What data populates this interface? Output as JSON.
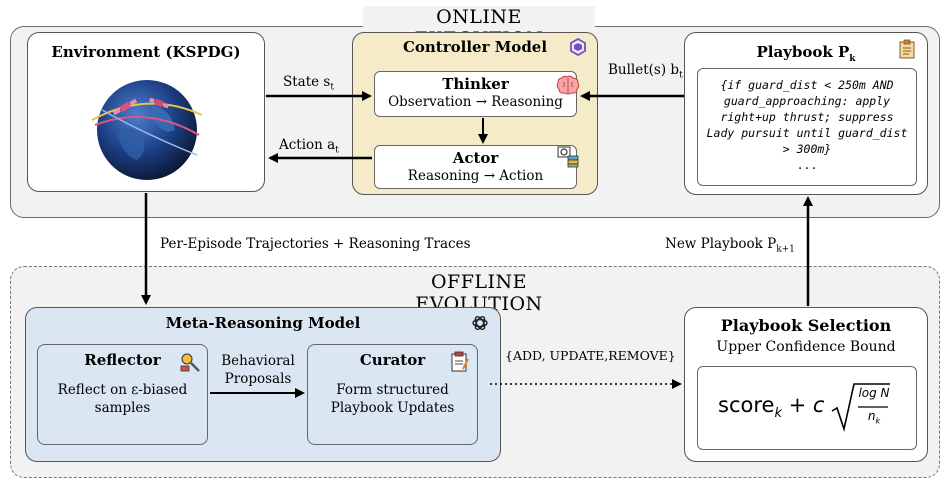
{
  "online": {
    "title": "ONLINE EXECUTION",
    "environment": {
      "title": "Environment (KSPDG)"
    },
    "state_label": "State s",
    "state_sub": "t",
    "action_label": "Action a",
    "action_sub": "t",
    "controller": {
      "title": "Controller Model",
      "thinker": {
        "title": "Thinker",
        "subtitle": "Observation → Reasoning"
      },
      "actor": {
        "title": "Actor",
        "subtitle": "Reasoning → Action"
      }
    },
    "bullet_label": "Bullet(s) b",
    "bullet_sub": "t",
    "playbook": {
      "title": "Playbook P",
      "title_sub": "k",
      "lines": [
        "{if guard_dist < 250m AND",
        "guard_approaching: apply",
        "right+up thrust; suppress",
        "Lady pursuit until guard_dist",
        "> 300m}",
        "..."
      ]
    }
  },
  "middle": {
    "trajectories_label": "Per-Episode Trajectories + Reasoning Traces",
    "new_playbook_label": "New Playbook P",
    "new_playbook_sub": "k+1"
  },
  "offline": {
    "title": "OFFLINE EVOLUTION",
    "meta": {
      "title": "Meta-Reasoning Model",
      "reflector": {
        "title": "Reflector",
        "desc_1": "Reflect on ε-biased",
        "desc_2": "samples"
      },
      "behavioral_1": "Behavioral",
      "behavioral_2": "Proposals",
      "curator": {
        "title": "Curator",
        "desc_1": "Form structured",
        "desc_2": "Playbook Updates"
      }
    },
    "ops_label": "{ADD, UPDATE,REMOVE}",
    "selection": {
      "title": "Playbook Selection",
      "subtitle": "Upper Confidence Bound",
      "formula_score": "score",
      "formula_score_sub": "k",
      "formula_plus": "+ c",
      "formula_log": "log N",
      "formula_den": "n",
      "formula_den_sub": "k"
    }
  },
  "colors": {
    "controller_bg": "#f6ebc9",
    "meta_bg": "#dbe6f3",
    "panel_bg": "#f2f2f2"
  }
}
